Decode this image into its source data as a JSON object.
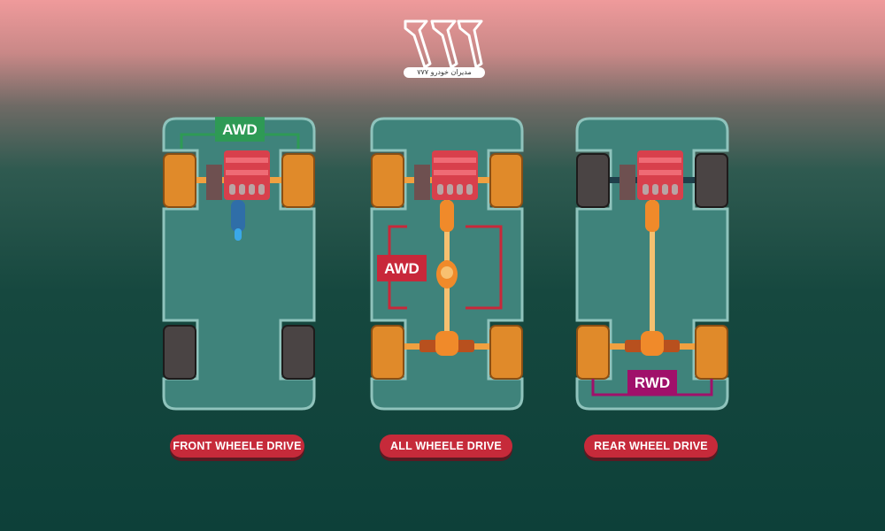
{
  "logo": {
    "icon": "777-logo-icon",
    "tagline": "مدیران خودرو ۷۷۷"
  },
  "colors": {
    "chassis_fill": "#3f837b",
    "chassis_stroke": "#8fc3bc",
    "driven_tire": "#e08a2a",
    "idle_tire": "#4a4444",
    "engine": "#d8404c",
    "driveshaft": "#f0a040",
    "awd_green": "#2e9a55",
    "awd_red": "#c8283a",
    "rwd_magenta": "#a0106a",
    "label_red": "#c62a3a"
  },
  "panels": [
    {
      "id": "fwd",
      "badge": "AWD",
      "badge_color": "#2e9a55",
      "label": "FRONT WHEELE DRIVE",
      "driven_axle": "front"
    },
    {
      "id": "awd",
      "badge": "AWD",
      "badge_color": "#c8283a",
      "label": "ALL WHEELE DRIVE",
      "driven_axle": "both"
    },
    {
      "id": "rwd",
      "badge": "RWD",
      "badge_color": "#a0106a",
      "label": "REAR WHEEL DRIVE",
      "driven_axle": "rear"
    }
  ]
}
